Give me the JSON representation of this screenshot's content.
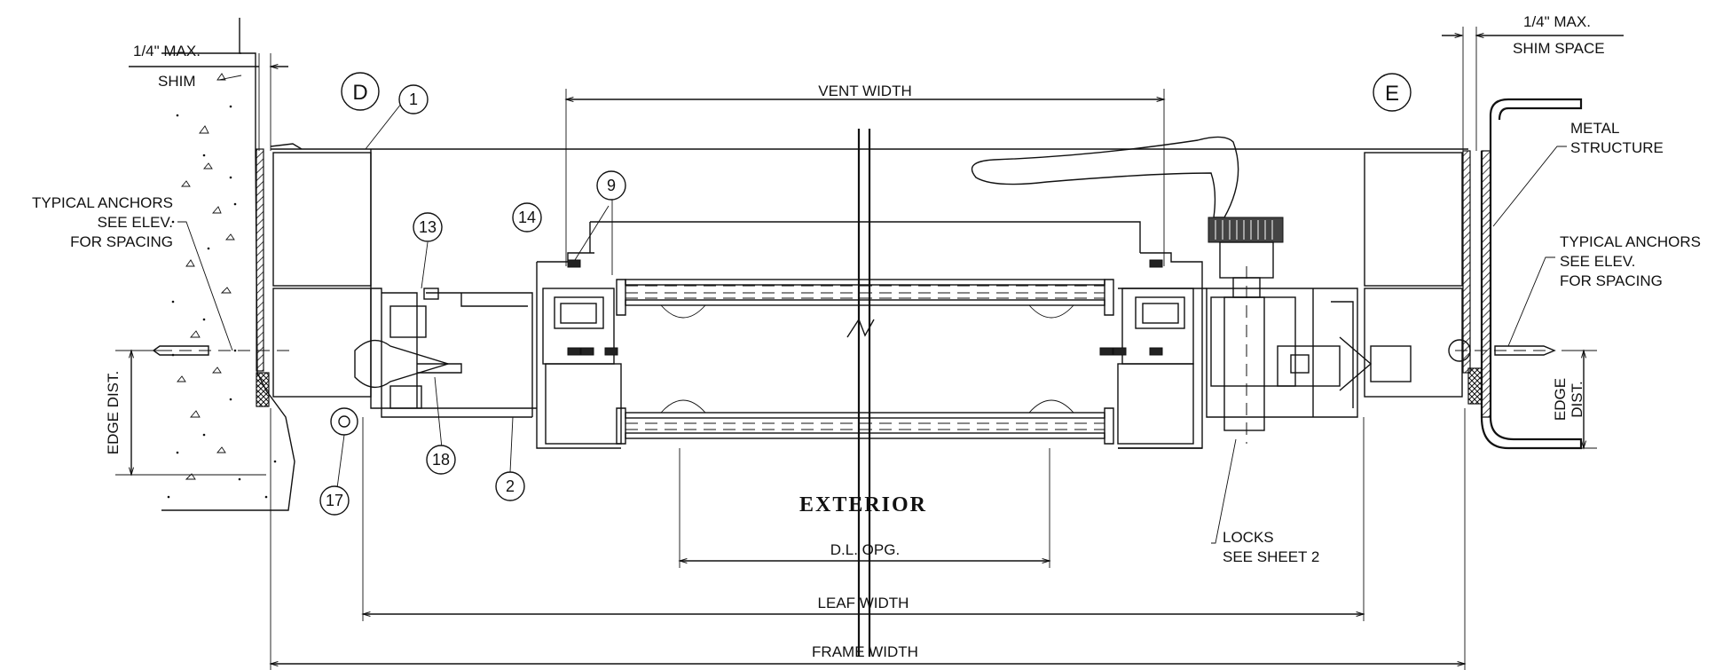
{
  "labels": {
    "shim_left_1": "1/4\" MAX.",
    "shim_left_2": "SHIM",
    "shim_right_1": "1/4\" MAX.",
    "shim_right_2": "SHIM SPACE",
    "anchors_left_1": "TYPICAL ANCHORS",
    "anchors_left_2": "SEE ELEV.",
    "anchors_left_3": "FOR SPACING",
    "anchors_right_1": "TYPICAL ANCHORS",
    "anchors_right_2": "SEE ELEV.",
    "anchors_right_3": "FOR SPACING",
    "metal_1": "METAL",
    "metal_2": "STRUCTURE",
    "locks_1": "LOCKS",
    "locks_2": "SEE SHEET 2",
    "vent_width": "VENT WIDTH",
    "dl_opg": "D.L. OPG.",
    "leaf_width": "LEAF WIDTH",
    "frame_width": "FRAME WIDTH",
    "exterior": "EXTERIOR",
    "edge_dist_left": "EDGE DIST.",
    "edge_dist_right_1": "EDGE",
    "edge_dist_right_2": "DIST."
  },
  "callouts": {
    "d": "D",
    "e": "E",
    "c1": "1",
    "c2": "2",
    "c9": "9",
    "c13": "13",
    "c14": "14",
    "c17": "17",
    "c18": "18"
  }
}
